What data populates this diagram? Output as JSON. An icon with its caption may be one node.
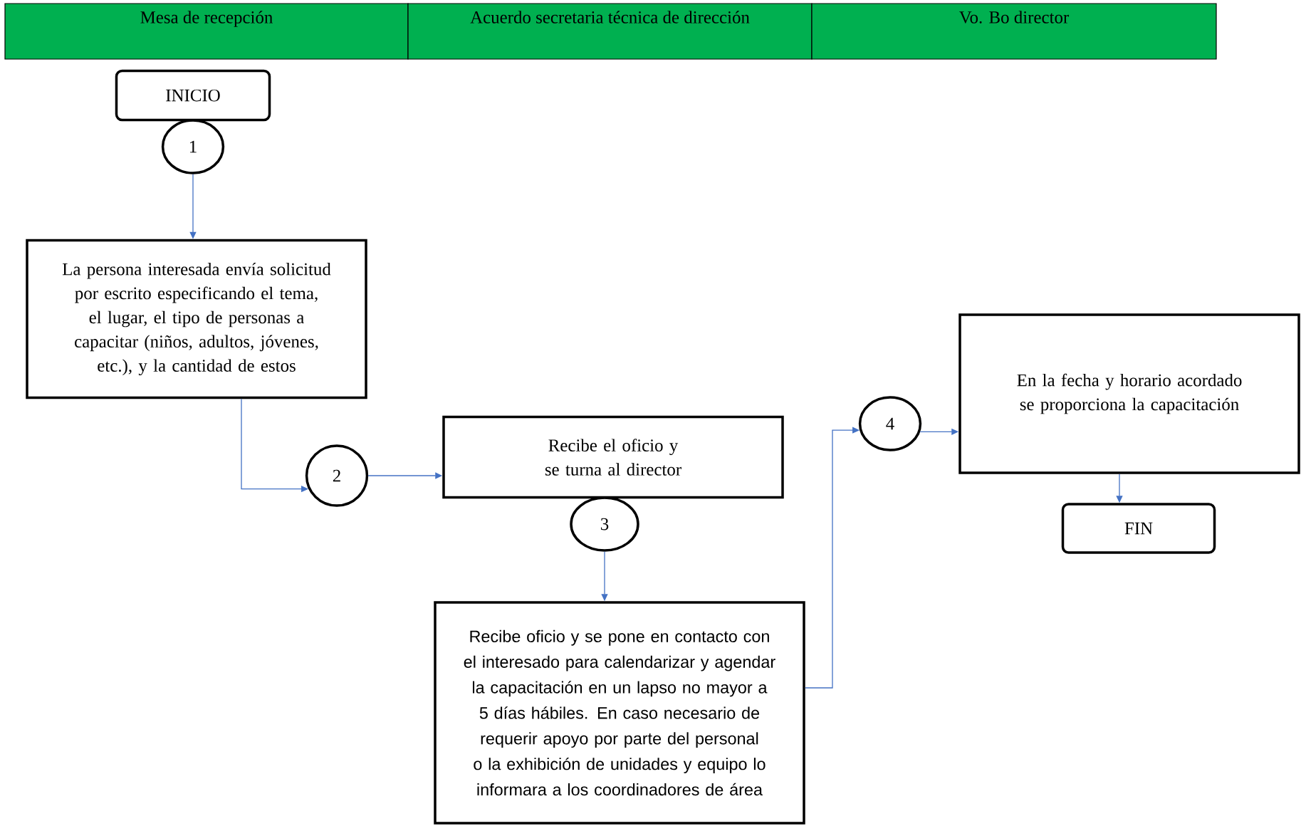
{
  "diagram": {
    "nodes": [
      {
        "text": [
          "Mesa de recepción"
        ]
      },
      {
        "text": [
          "Acuerdo secretaria técnica de dirección"
        ]
      },
      {
        "text": [
          "Vo. Bo director"
        ]
      },
      {
        "text": [
          "INICIO"
        ]
      },
      {
        "text": [
          "1"
        ]
      },
      {
        "text": [
          "La persona interesada envía solicitud por escrito especificando el tema, el lugar, el tipo de personas a capacitar (niños, adultos, jóvenes, etc.), y la cantidad de estos"
        ]
      },
      {
        "text": [
          "2"
        ]
      },
      {
        "text": [
          "Recibe el oficio y se turna al director"
        ]
      },
      {
        "text": [
          "3"
        ]
      },
      {
        "text": [
          "Recibe oficio y se pone en contacto con el interesado para calendarizar y agendar la capacitación en un lapso no mayor a 5 días hábiles. En caso necesario de requerir apoyo por parte del personal o la exhibición de unidades y equipo lo informara a los coordinadores de área"
        ]
      },
      {
        "text": [
          "4"
        ]
      },
      {
        "text": [
          "En la fecha y horario acordado se proporciona la capacitación"
        ]
      },
      {
        "text": [
          "FIN"
        ]
      }
    ],
    "edges": [
      {
        "from": 4,
        "to": 5,
        "arrow": "to"
      },
      {
        "from": 5,
        "to": 6,
        "arrow": "to"
      },
      {
        "from": 6,
        "to": 7,
        "arrow": "to"
      },
      {
        "from": 8,
        "to": 9,
        "arrow": "to"
      },
      {
        "from": 9,
        "to": 10,
        "arrow": "to"
      },
      {
        "from": 10,
        "to": 11,
        "arrow": "to"
      },
      {
        "from": 11,
        "to": 12,
        "arrow": "to"
      }
    ]
  }
}
